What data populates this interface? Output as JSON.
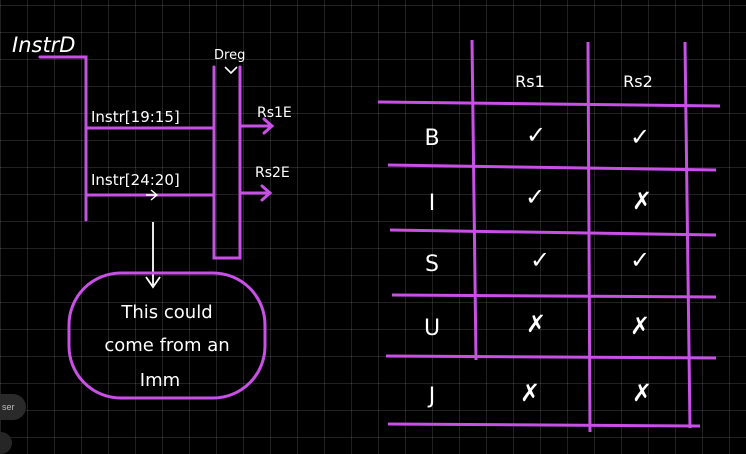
{
  "colors": {
    "magenta": "#c850e6",
    "white": "#ffffff",
    "background": "#000000"
  },
  "diagram": {
    "instr_label": "InstrD",
    "dreg_label": "Dreg",
    "field_upper": "Instr[19:15]",
    "field_lower": "Instr[24:20]",
    "out_upper": "Rs1E",
    "out_lower": "Rs2E",
    "note_lines": [
      "This could",
      "come from an",
      "Imm"
    ]
  },
  "table": {
    "headers": [
      "Rs1",
      "Rs2"
    ],
    "rows": [
      {
        "type": "B",
        "rs1": "✓",
        "rs2": "✓"
      },
      {
        "type": "I",
        "rs1": "✓",
        "rs2": "✗"
      },
      {
        "type": "S",
        "rs1": "✓",
        "rs2": "✓"
      },
      {
        "type": "U",
        "rs1": "✗",
        "rs2": "✗"
      },
      {
        "type": "J",
        "rs1": "✗",
        "rs2": "✗"
      }
    ]
  },
  "chip": {
    "label": "ser"
  }
}
